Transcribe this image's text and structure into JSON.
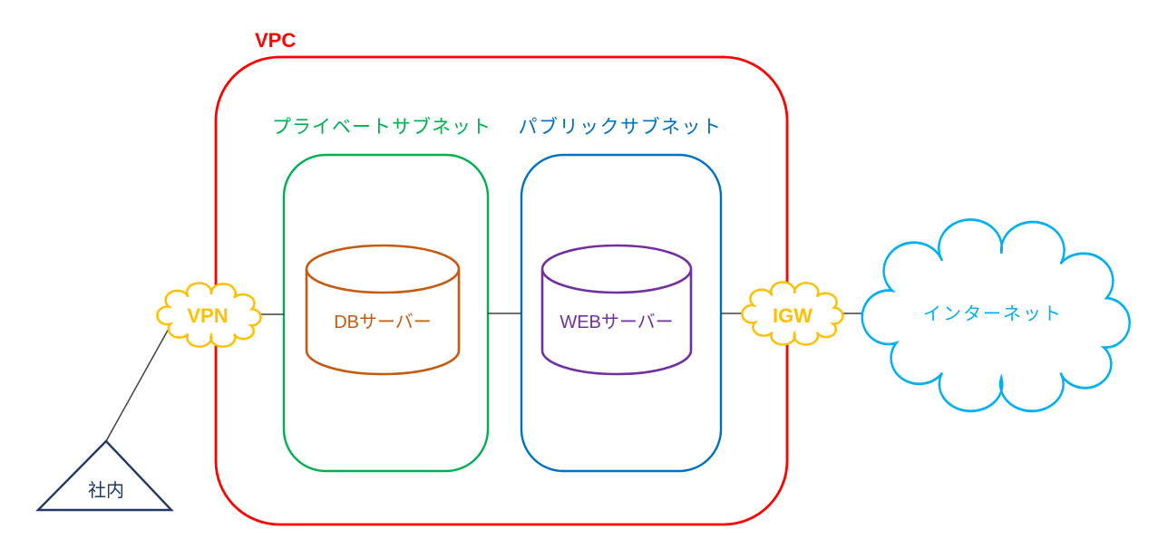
{
  "diagram": {
    "title_area": {},
    "connector_color": "#404040",
    "vpc": {
      "label": "VPC",
      "color": "#FF0000"
    },
    "private_subnet": {
      "label": "プライベートサブネット",
      "color": "#00B050"
    },
    "public_subnet": {
      "label": "パブリックサブネット",
      "color": "#0070C0"
    },
    "db_server": {
      "label": "DBサーバー",
      "color": "#C55A11"
    },
    "web_server": {
      "label": "WEBサーバー",
      "color": "#7030A0"
    },
    "vpn_gateway": {
      "label": "VPN",
      "color": "#FFC000"
    },
    "internet_gateway": {
      "label": "IGW",
      "color": "#FFC000"
    },
    "internet": {
      "label": "インターネット",
      "color": "#00B0F0"
    },
    "office": {
      "label": "社内",
      "color": "#1F3864"
    },
    "connections": [
      {
        "from": "office",
        "to": "vpn_gateway"
      },
      {
        "from": "vpn_gateway",
        "to": "private_subnet"
      },
      {
        "from": "private_subnet",
        "to": "public_subnet"
      },
      {
        "from": "public_subnet",
        "to": "internet_gateway"
      },
      {
        "from": "internet_gateway",
        "to": "internet"
      }
    ]
  }
}
